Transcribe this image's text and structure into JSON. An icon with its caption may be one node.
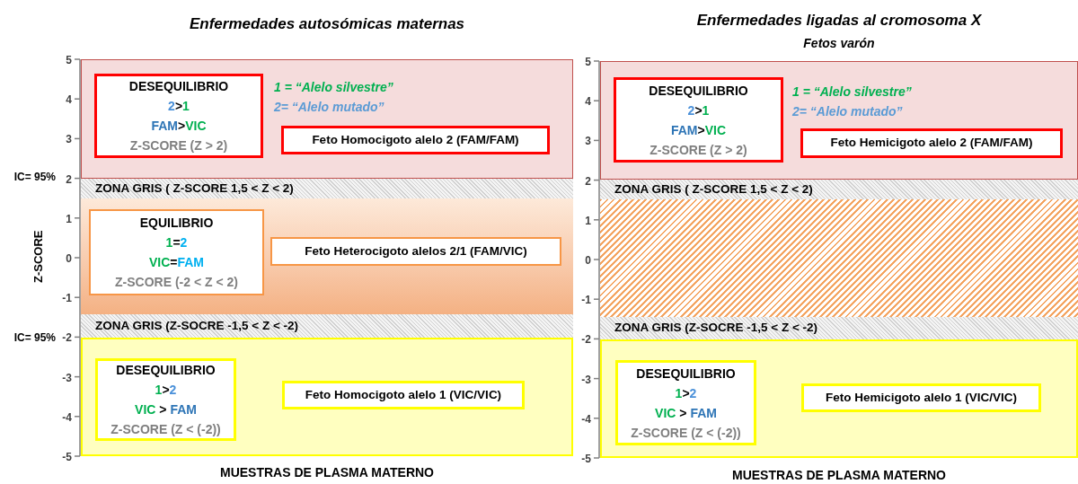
{
  "diagram": {
    "nodes": [
      {
        "text": [],
        "shape": "band"
      },
      {
        "text": [
          "DESEQUILIBRIO",
          "2>1",
          "FAM>VIC",
          "Z-SCORE (Z > 2)"
        ],
        "in": 0
      },
      {
        "text": [
          "Feto Homocigoto alelo 2 (FAM/FAM)"
        ],
        "in": 0
      },
      {
        "text": [
          "ZONA GRIS ( Z-SCORE 1,5 < Z < 2)"
        ]
      },
      {
        "text": [],
        "shape": "band"
      },
      {
        "text": [
          "EQUILIBRIO",
          "1=2",
          "VIC=FAM",
          "Z-SCORE (-2 < Z < 2)"
        ],
        "in": 4
      },
      {
        "text": [
          "Feto Heterocigoto alelos 2/1 (FAM/VIC)"
        ],
        "in": 4
      },
      {
        "text": [
          "ZONA GRIS (Z-SOCRE -1,5 < Z < -2)"
        ]
      },
      {
        "text": [],
        "shape": "band"
      },
      {
        "text": [
          "DESEQUILIBRIO",
          "1>2",
          "VIC > FAM",
          "Z-SCORE (Z < (-2))"
        ],
        "in": 8
      },
      {
        "text": [
          "Feto Homocigoto alelo 1 (VIC/VIC)"
        ],
        "in": 8
      },
      {
        "text": [],
        "shape": "band"
      },
      {
        "text": [
          "DESEQUILIBRIO",
          "2>1",
          "FAM>VIC",
          "Z-SCORE (Z > 2)"
        ],
        "in": 11
      },
      {
        "text": [
          "Feto Hemicigoto alelo 2 (FAM/FAM)"
        ],
        "in": 11
      },
      {
        "text": [
          "ZONA GRIS ( Z-SCORE 1,5 < Z < 2)"
        ]
      },
      {
        "text": [],
        "shape": "band"
      },
      {
        "text": [
          "ZONA GRIS (Z-SOCRE -1,5 < Z < -2)"
        ]
      },
      {
        "text": [],
        "shape": "band"
      },
      {
        "text": [
          "DESEQUILIBRIO",
          "1>2",
          "VIC > FAM",
          "Z-SCORE (Z < (-2))"
        ],
        "in": 17
      },
      {
        "text": [
          "Feto Hemicigoto alelo 1 (VIC/VIC)"
        ],
        "in": 17
      }
    ],
    "labels": [
      "Enfermedades autosómicas maternas",
      "Enfermedades ligadas al cromosoma X",
      "Fetos varón",
      "Z-SCORE",
      "IC= 95%",
      "IC= 95%",
      "5",
      "4",
      "3",
      "2",
      "1",
      "0",
      "-1",
      "-2",
      "-3",
      "-4",
      "-5",
      "5",
      "4",
      "3",
      "2",
      "1",
      "0",
      "-1",
      "-2",
      "-3",
      "-4",
      "-5",
      "1 = “Alelo silvestre”",
      "2= “Alelo mutado”",
      "1 = “Alelo silvestre”",
      "2= “Alelo mutado”",
      "MUESTRAS DE PLASMA MATERNO",
      "MUESTRAS DE PLASMA MATERNO"
    ]
  }
}
